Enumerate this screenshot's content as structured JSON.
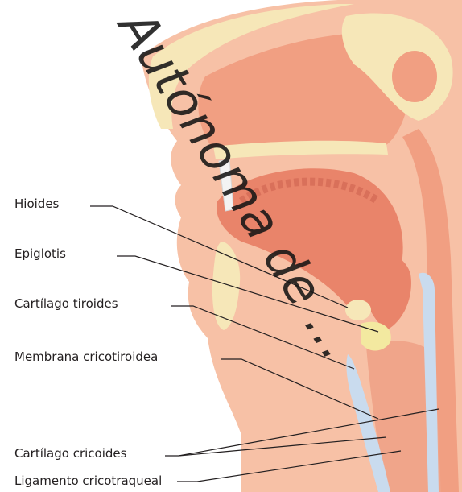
{
  "figure": {
    "labels": [
      "Hioides",
      "Epiglotis",
      "Cartílago tiroides",
      "Membrana cricotiroidea",
      "Cartílago cricoides",
      "Ligamento cricotraqueal"
    ]
  },
  "watermark": {
    "text": "Autónoma de ..."
  },
  "colors": {
    "skin": "#f7c1a6",
    "tissue": "#f19f82",
    "deep_tissue": "#e9846a",
    "bone": "#f6e7b8",
    "cartilage": "#c9dbee",
    "leader_line": "#231f20"
  }
}
